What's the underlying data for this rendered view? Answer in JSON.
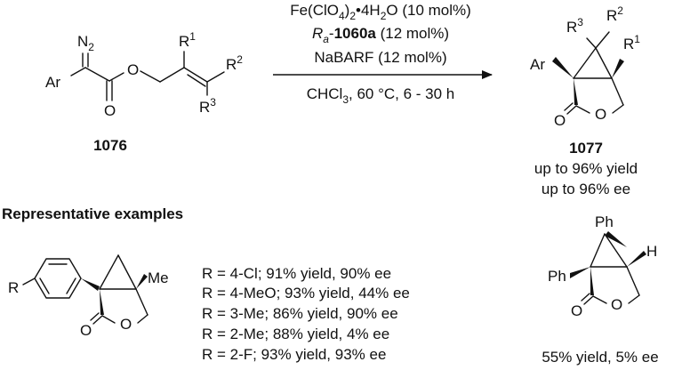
{
  "conditions": {
    "line1_main": "Fe(ClO",
    "line1_sub1": "4",
    "line1_mid": ")",
    "line1_sub2": "2",
    "line1_mid2": "•4H",
    "line1_sub3": "2",
    "line1_end": "O (10 mol%)",
    "line2_R": "R",
    "line2_sub": "a",
    "line2_dash": "-",
    "line2_bold": "1060a",
    "line2_end": " (12 mol%)",
    "line3": "NaBARF (12 mol%)",
    "line4_main": "CHCl",
    "line4_sub": "3",
    "line4_end": ", 60 °C, 6 - 30 h"
  },
  "reactant": {
    "label": "1076",
    "atoms": {
      "n2": "N",
      "n2_sub": "2",
      "ar": "Ar",
      "o_ester": "O",
      "o_carbonyl": "O",
      "r1": "R",
      "r1_sup": "1",
      "r2": "R",
      "r2_sup": "2",
      "r3": "R",
      "r3_sup": "3"
    }
  },
  "product": {
    "label": "1077",
    "yield_text": "up to 96% yield",
    "ee_text": "up to 96% ee",
    "atoms": {
      "r3": "R",
      "r3_sup": "3",
      "r2": "R",
      "r2_sup": "2",
      "r1": "R",
      "r1_sup": "1",
      "ar": "Ar",
      "o_carbonyl": "O",
      "o_ring": "O"
    }
  },
  "examples": {
    "heading": "Representative examples",
    "left": {
      "r": "R",
      "me": "Me",
      "o_carbonyl": "O",
      "o_ring": "O",
      "rows": [
        "R = 4-Cl; 91% yield, 90% ee",
        "R = 4-MeO; 93% yield, 44% ee",
        "R = 3-Me; 86% yield, 90% ee",
        "R = 2-Me; 88% yield, 4% ee",
        "R = 2-F; 93% yield, 93% ee"
      ]
    },
    "right": {
      "ph_top": "Ph",
      "ph_left": "Ph",
      "h": "H",
      "o_carbonyl": "O",
      "o_ring": "O",
      "result": "55% yield, 5% ee"
    }
  }
}
